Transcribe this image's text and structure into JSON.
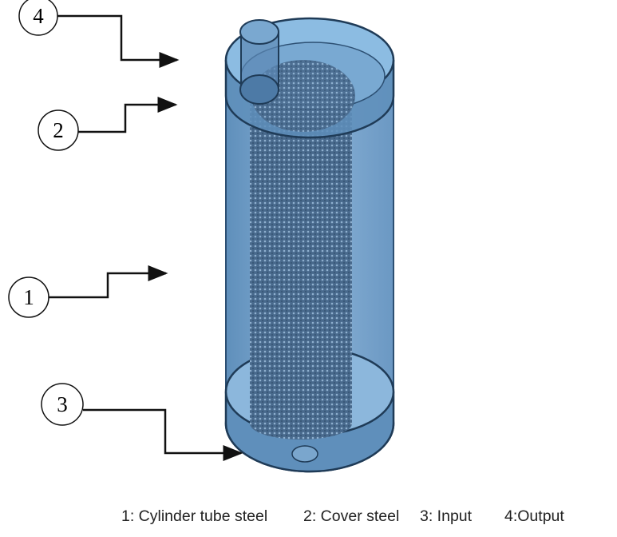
{
  "callouts": [
    {
      "number": "4",
      "meaning": "4:Output"
    },
    {
      "number": "2",
      "meaning": "2: Cover steel"
    },
    {
      "number": "1",
      "meaning": "1: Cylinder tube steel"
    },
    {
      "number": "3",
      "meaning": "3: Input"
    }
  ],
  "caption": {
    "item1": "1: Cylinder tube steel",
    "item2": "2: Cover steel",
    "item3": "3: Input",
    "item4": "4:Output"
  },
  "colors": {
    "body": "#6f9fc8",
    "dark": "#2c4f72",
    "mesh": "#4a6f93"
  }
}
